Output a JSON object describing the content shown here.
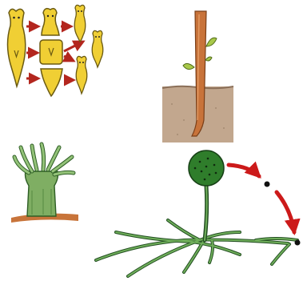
{
  "panels": [
    {
      "id": "planarian-regeneration",
      "depicts": "planarian-cut-into-pieces-regenerating"
    },
    {
      "id": "stem-cutting",
      "depicts": "cutting-planted-in-soil"
    },
    {
      "id": "hydra-budding",
      "depicts": "hydra-on-ground"
    },
    {
      "id": "mold-sporangium",
      "depicts": "sporangium-releasing-spores-on-hyphae"
    }
  ],
  "colors": {
    "planarian_fill": "#f0cf34",
    "planarian_outline": "#6a5a12",
    "arrow": "#b3261e",
    "stem": "#c8733a",
    "leaf": "#a8c84a",
    "soil": "#c2a78e",
    "hydra": "#7fae63",
    "ground": "#c8743a",
    "hyphae": "#3e7d3c",
    "sporangium": "#2f7d2b",
    "spore": "#111111",
    "dispersal_arrow": "#cc1a1a"
  }
}
